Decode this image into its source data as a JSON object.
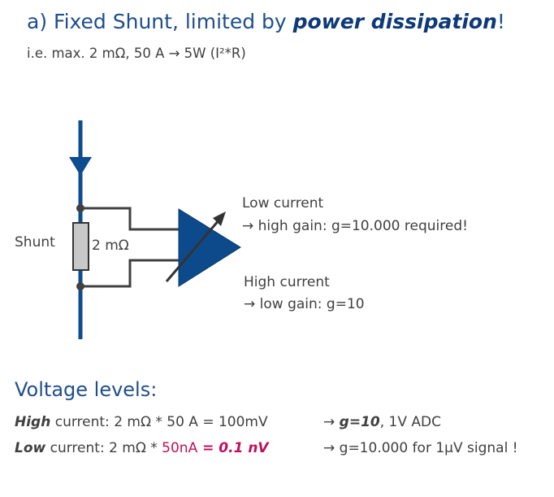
{
  "title": {
    "prefix": "a) Fixed Shunt, limited by ",
    "emphasis": "power dissipation",
    "suffix": "!"
  },
  "subtitle": "i.e.   max.  2 mΩ,  50 A → 5W  (I²*R)",
  "diagram": {
    "shunt_label": "Shunt",
    "resistance_label": "2 mΩ",
    "low_current_title": "Low current",
    "low_current_desc": "→ high gain: g=10.000 required!",
    "high_current_title": "High current",
    "high_current_desc": "→ low gain: g=10"
  },
  "voltage_levels": {
    "heading": "Voltage levels:",
    "high": {
      "label": "High",
      "text": " current:  2 mΩ * 50 A = 100mV",
      "result_prefix": "→ ",
      "result_emph": "g=10",
      "result_suffix": ", 1V ADC"
    },
    "low": {
      "label": "Low",
      "text": " current:  2 mΩ * ",
      "current_value": "50nA",
      "voltage_value": " = 0.1 nV",
      "result": "→ g=10.000 for 1µV signal !"
    }
  },
  "colors": {
    "accent": "#1f4e8c",
    "wire": "#0e4c8f",
    "amp": "#0d4a8c",
    "highlight": "#c0105a",
    "resistor": "#c8c8c8"
  }
}
